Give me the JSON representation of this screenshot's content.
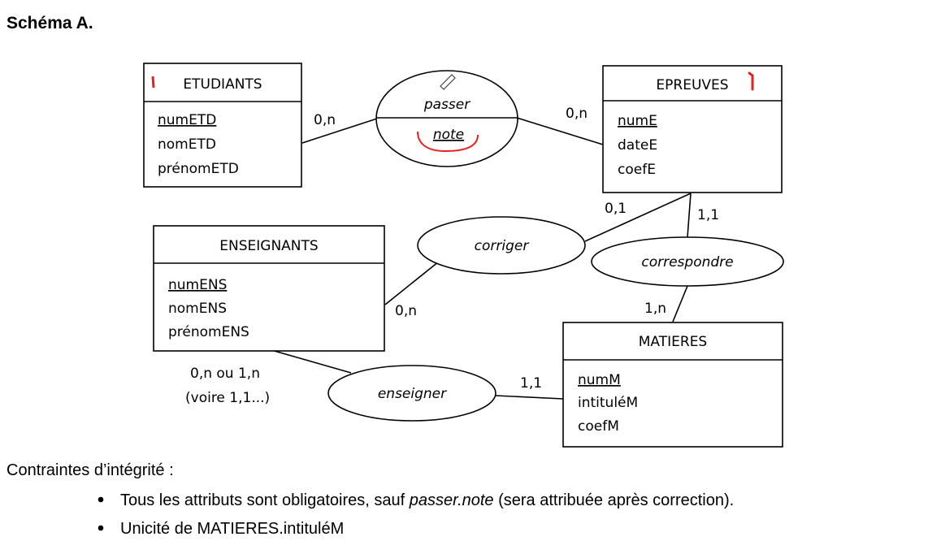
{
  "title": "Schéma A.",
  "entities": {
    "etudiants": {
      "name": "ETUDIANTS",
      "attrs": [
        "numETD",
        "nomETD",
        "prénomETD"
      ]
    },
    "epreuves": {
      "name": "EPREUVES",
      "attrs": [
        "numE",
        "dateE",
        "coefE"
      ]
    },
    "enseignants": {
      "name": "ENSEIGNANTS",
      "attrs": [
        "numENS",
        "nomENS",
        "prénomENS"
      ]
    },
    "matieres": {
      "name": "MATIERES",
      "attrs": [
        "numM",
        "intituléM",
        "coefM"
      ]
    }
  },
  "relations": {
    "passer": {
      "name": "passer",
      "attr": "note"
    },
    "corriger": {
      "name": "corriger"
    },
    "correspondre": {
      "name": "correspondre"
    },
    "enseigner": {
      "name": "enseigner"
    }
  },
  "cardinalities": {
    "etudiants_passer": "0,n",
    "epreuves_passer": "0,n",
    "epreuves_corriger": "0,1",
    "epreuves_correspondre": "1,1",
    "enseignants_corriger": "0,n",
    "matieres_correspondre": "1,n",
    "enseignants_enseigner_1": "0,n ou 1,n",
    "enseignants_enseigner_2": "(voire 1,1...)",
    "matieres_enseigner": "1,1"
  },
  "constraints": {
    "heading": "Contraintes d’intégrité :",
    "item1_prefix": "Tous les attributs sont obligatoires, sauf ",
    "item1_italic": "passer.note",
    "item1_suffix": " (sera attribuée après correction).",
    "item2": "Unicité de MATIERES.intituléM"
  },
  "annotation_color": "#e8211f"
}
